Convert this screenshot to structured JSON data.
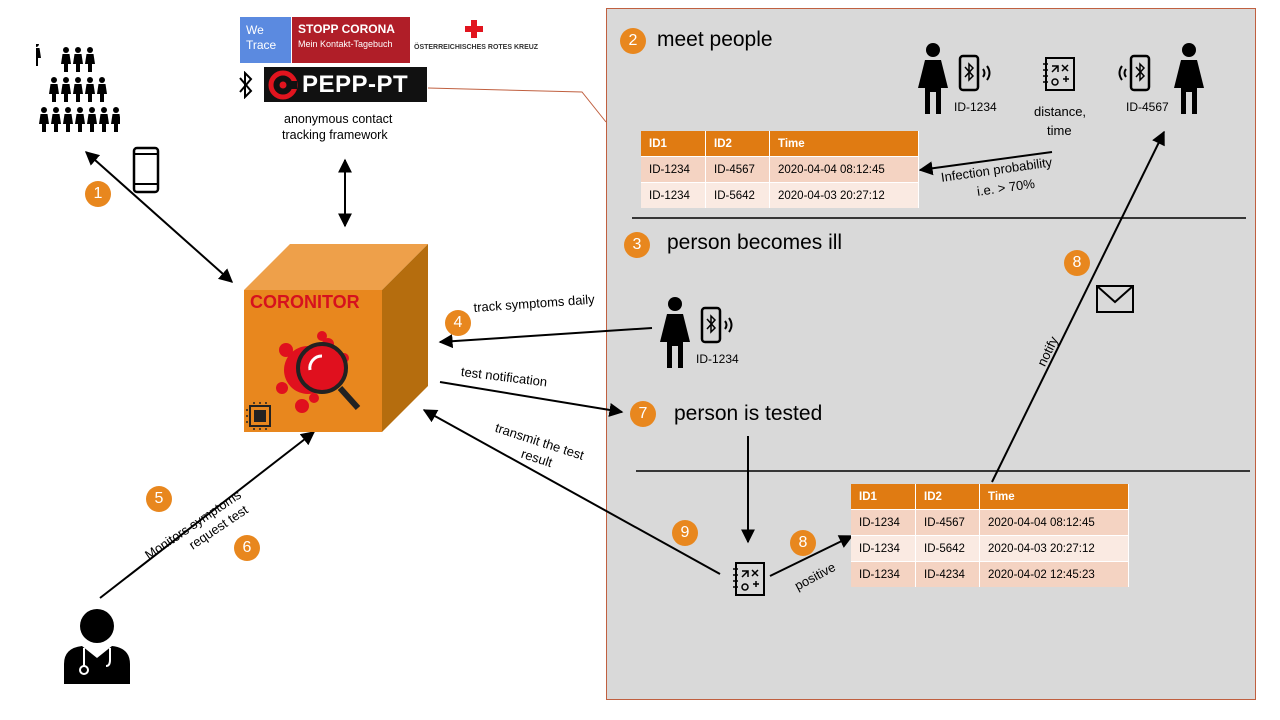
{
  "logos": {
    "wetrace": "We Trace",
    "stopp_corona": "STOPP CORONA",
    "stopp_corona_sub": "Mein Kontakt-Tagebuch",
    "red_cross": "ÖSTERREICHISCHES ROTES KREUZ",
    "pepp": "PEPP-PT"
  },
  "framework_label_1": "anonymous contact",
  "framework_label_2": "tracking framework",
  "coronitor": "CORONITOR",
  "steps": {
    "s1": "1",
    "s2": "2",
    "s3": "3",
    "s4": "4",
    "s5": "5",
    "s6": "6",
    "s7": "7",
    "s8a": "8",
    "s8b": "8",
    "s9": "9"
  },
  "headings": {
    "meet": "meet people",
    "ill": "person becomes ill",
    "tested": "person is tested"
  },
  "labels": {
    "id_a": "ID-1234",
    "id_b": "ID-4567",
    "id_c": "ID-1234",
    "distance": "distance,",
    "time": "time",
    "infection": "Infection probability",
    "infection2": "i.e. > 70%",
    "track": "track symptoms daily",
    "test_notif": "test notification",
    "transmit1": "transmit the test",
    "transmit2": "result",
    "monitors": "Monitors symptoms",
    "request": "request test",
    "notify": "notify",
    "positive": "positive"
  },
  "table1": {
    "headers": [
      "ID1",
      "ID2",
      "Time"
    ],
    "rows": [
      [
        "ID-1234",
        "ID-4567",
        "2020-04-04 08:12:45"
      ],
      [
        "ID-1234",
        "ID-5642",
        "2020-04-03 20:27:12"
      ]
    ]
  },
  "table2": {
    "headers": [
      "ID1",
      "ID2",
      "Time"
    ],
    "rows": [
      [
        "ID-1234",
        "ID-4567",
        "2020-04-04 08:12:45"
      ],
      [
        "ID-1234",
        "ID-5642",
        "2020-04-03 20:27:12"
      ],
      [
        "ID-1234",
        "ID-4234",
        "2020-04-02 12:45:23"
      ]
    ]
  },
  "colors": {
    "orange": "#e8871e",
    "panel": "#d9d9d9",
    "red": "#d6111e"
  }
}
